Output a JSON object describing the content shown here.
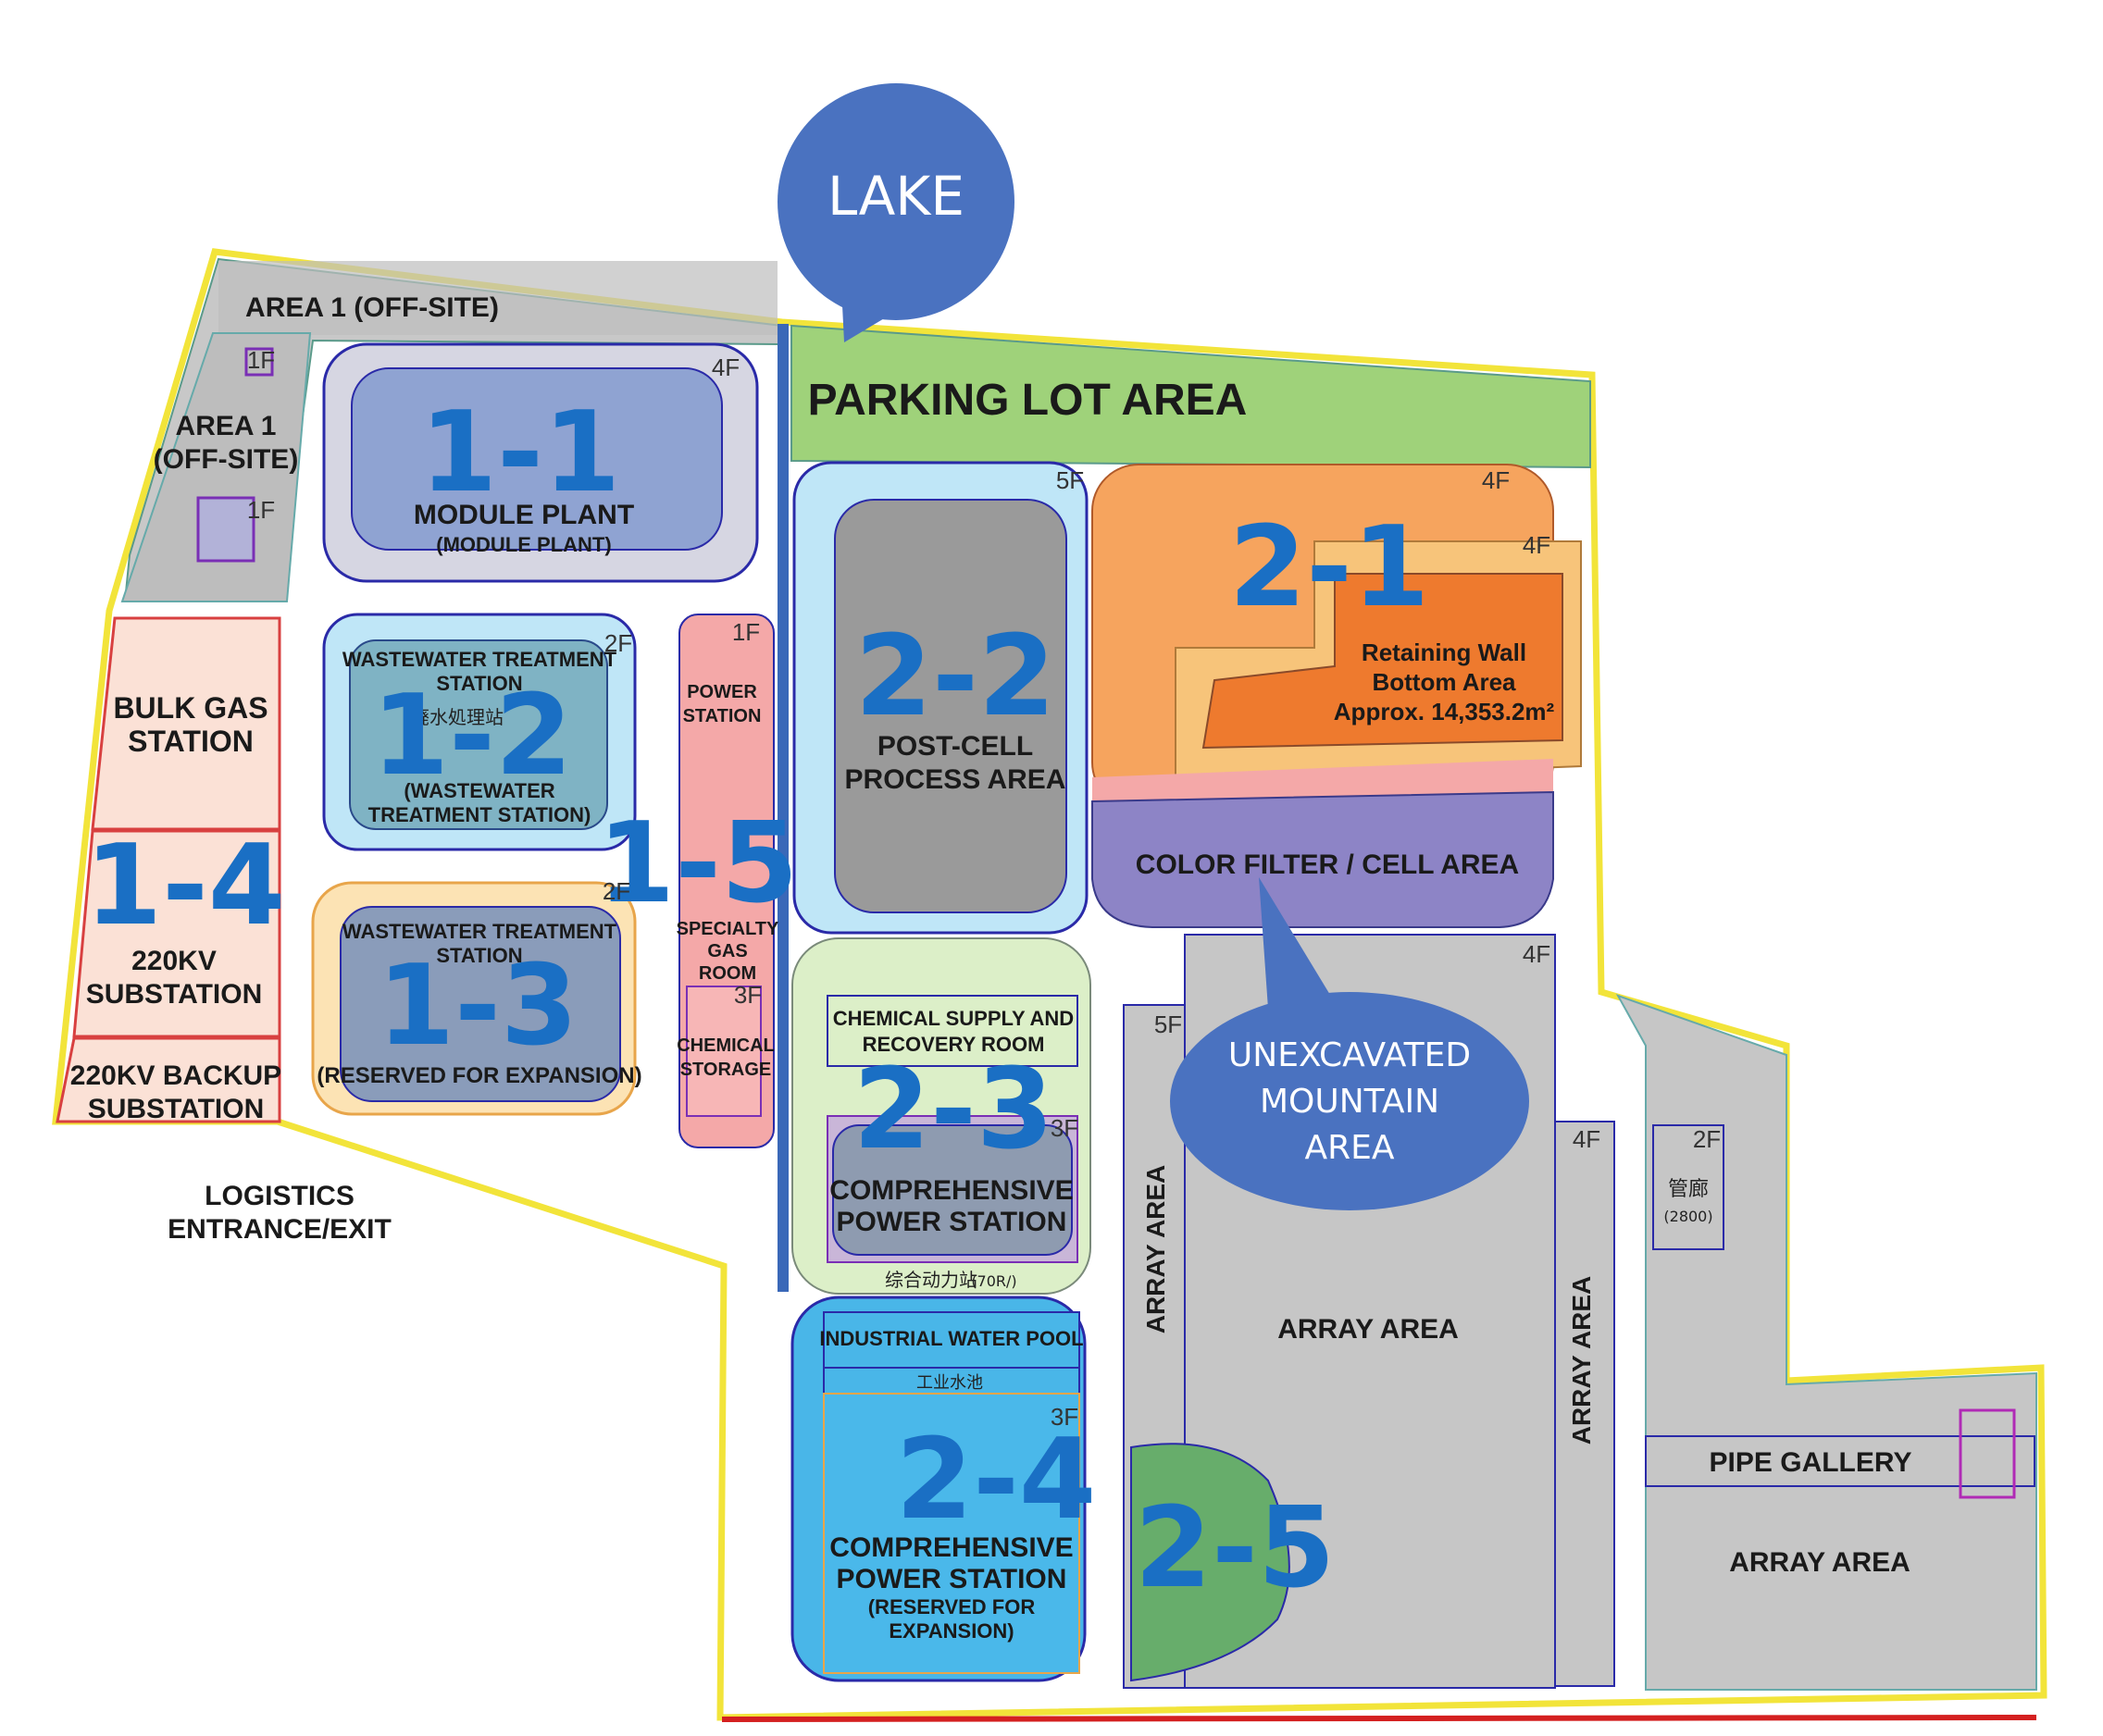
{
  "annotations": {
    "lake": "LAKE",
    "mountain": [
      "UNEXCAVATED",
      "MOUNTAIN",
      "AREA"
    ]
  },
  "labels": {
    "area1_top": "AREA 1 (OFF-SITE)",
    "area1_side": [
      "AREA 1",
      "(OFF-SITE)"
    ],
    "parking": "PARKING LOT AREA",
    "zone_1_1": {
      "number": "1-1",
      "title": "MODULE PLANT",
      "sub": "(MODULE PLANT)"
    },
    "zone_1_2": {
      "number": "1-2",
      "title": [
        "WASTEWATER TREATMENT",
        "STATION"
      ],
      "sub": [
        "(WASTEWATER",
        "TREATMENT STATION)"
      ],
      "cn": "廃水処理站"
    },
    "zone_1_3": {
      "number": "1-3",
      "title": [
        "WASTEWATER TREATMENT",
        "STATION"
      ],
      "sub": "(RESERVED FOR EXPANSION)"
    },
    "zone_1_4": {
      "number": "1-4",
      "bulk_gas": [
        "BULK GAS",
        "STATION"
      ],
      "substation": [
        "220KV",
        "SUBSTATION"
      ],
      "backup": [
        "220KV BACKUP",
        "SUBSTATION"
      ]
    },
    "zone_1_5": {
      "number": "1-5",
      "power": [
        "POWER",
        "STATION"
      ],
      "specialty": [
        "SPECIALTY",
        "GAS",
        "ROOM"
      ],
      "chemical": [
        "CHEMICAL",
        "STORAGE"
      ]
    },
    "zone_2_1": {
      "number": "2-1",
      "retaining": [
        "Retaining Wall",
        "Bottom Area",
        "Approx. 14,353.2m²"
      ],
      "color_filter": "COLOR FILTER / CELL AREA"
    },
    "zone_2_2": {
      "number": "2-2",
      "title": [
        "POST-CELL",
        "PROCESS AREA"
      ]
    },
    "zone_2_3": {
      "number": "2-3",
      "chem": [
        "CHEMICAL SUPPLY AND",
        "RECOVERY ROOM"
      ],
      "title": [
        "COMPREHENSIVE",
        "POWER STATION"
      ],
      "cn": "综合动力站",
      "cn_note": "(70R/)"
    },
    "zone_2_4": {
      "number": "2-4",
      "pool": "INDUSTRIAL WATER POOL",
      "cn": "工业水池",
      "title": [
        "COMPREHENSIVE",
        "POWER STATION"
      ],
      "sub": [
        "(RESERVED FOR",
        "EXPANSION)"
      ]
    },
    "zone_2_5": {
      "number": "2-5"
    },
    "array_area": "ARRAY AREA",
    "pipe_gallery": "PIPE GALLERY",
    "pipe_cn": "管廊",
    "pipe_note": "(2800)",
    "logistics": [
      "LOGISTICS",
      "ENTRANCE/EXIT"
    ]
  },
  "floors": {
    "f_1_1": "4F",
    "f_2_2": "5F",
    "f_2_1a": "4F",
    "f_2_1b": "4F",
    "f_1_2": "2F",
    "f_1_3": "2F",
    "f_1_5": "1F",
    "f_1_5b": "3F",
    "f_area1a": "1F",
    "f_area1b": "1F",
    "f_array_a": "4F",
    "f_array_b": "5F",
    "f_array_c": "4F",
    "f_pipe": "2F",
    "f_2_4": "3F",
    "f_2_3": "3F"
  },
  "colors": {
    "boundary": "#f2e43a",
    "parking": "#9fd27a",
    "module": "#8fa3d2",
    "gray": "#bdbdbd",
    "blue_light": "#bfe6f7",
    "blue_water": "#49b6e8",
    "orange": "#f6a45e",
    "orange_dark": "#ee7a2e",
    "purple": "#8d84c6",
    "pink": "#f4a8a8",
    "peach": "#fbe1d6",
    "green": "#67ad6b",
    "callout": "#4a72c0",
    "number": "#1a6fc4"
  }
}
